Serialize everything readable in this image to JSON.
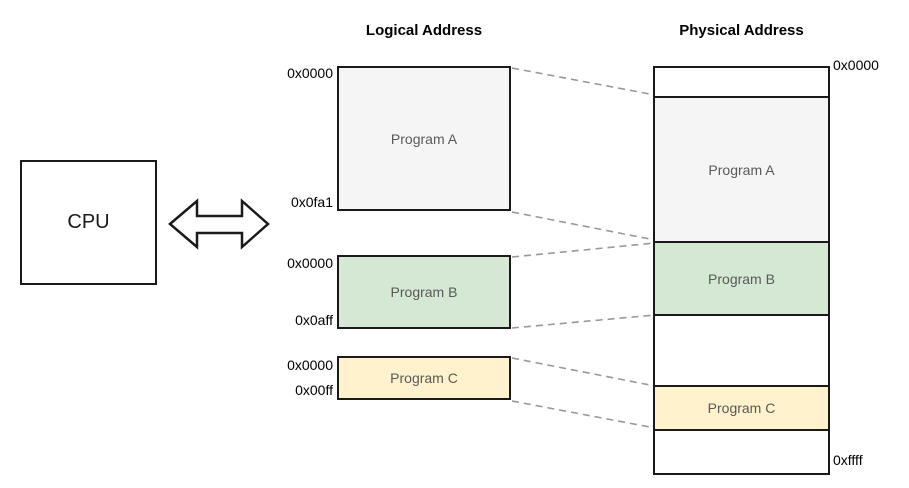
{
  "titles": {
    "logical": "Logical Address",
    "physical": "Physical Address"
  },
  "cpu": {
    "label": "CPU"
  },
  "bus_arrow": {
    "icon": "double-headed-arrow"
  },
  "logical": {
    "programs": [
      {
        "name": "Program A",
        "start_addr": "0x0000",
        "end_addr": "0x0fa1",
        "fill": "#f5f5f5"
      },
      {
        "name": "Program B",
        "start_addr": "0x0000",
        "end_addr": "0x0aff",
        "fill": "#d5e8d4"
      },
      {
        "name": "Program C",
        "start_addr": "0x0000",
        "end_addr": "0x00ff",
        "fill": "#fff2cc"
      }
    ]
  },
  "physical": {
    "start_addr": "0x0000",
    "end_addr": "0xffff",
    "segments": [
      {
        "name": "",
        "kind": "free"
      },
      {
        "name": "Program A",
        "kind": "program",
        "fill": "#f5f5f5"
      },
      {
        "name": "Program B",
        "kind": "program",
        "fill": "#d5e8d4"
      },
      {
        "name": "",
        "kind": "free"
      },
      {
        "name": "Program C",
        "kind": "program",
        "fill": "#fff2cc"
      },
      {
        "name": "",
        "kind": "free"
      }
    ]
  },
  "colors": {
    "background": "#ffffff",
    "box_border": "#1a1a1a",
    "program_gray": "#f5f5f5",
    "program_green": "#d5e8d4",
    "program_yellow": "#fff2cc",
    "program_text": "#595959",
    "address_text": "#000000",
    "dashed_line": "#999999"
  }
}
